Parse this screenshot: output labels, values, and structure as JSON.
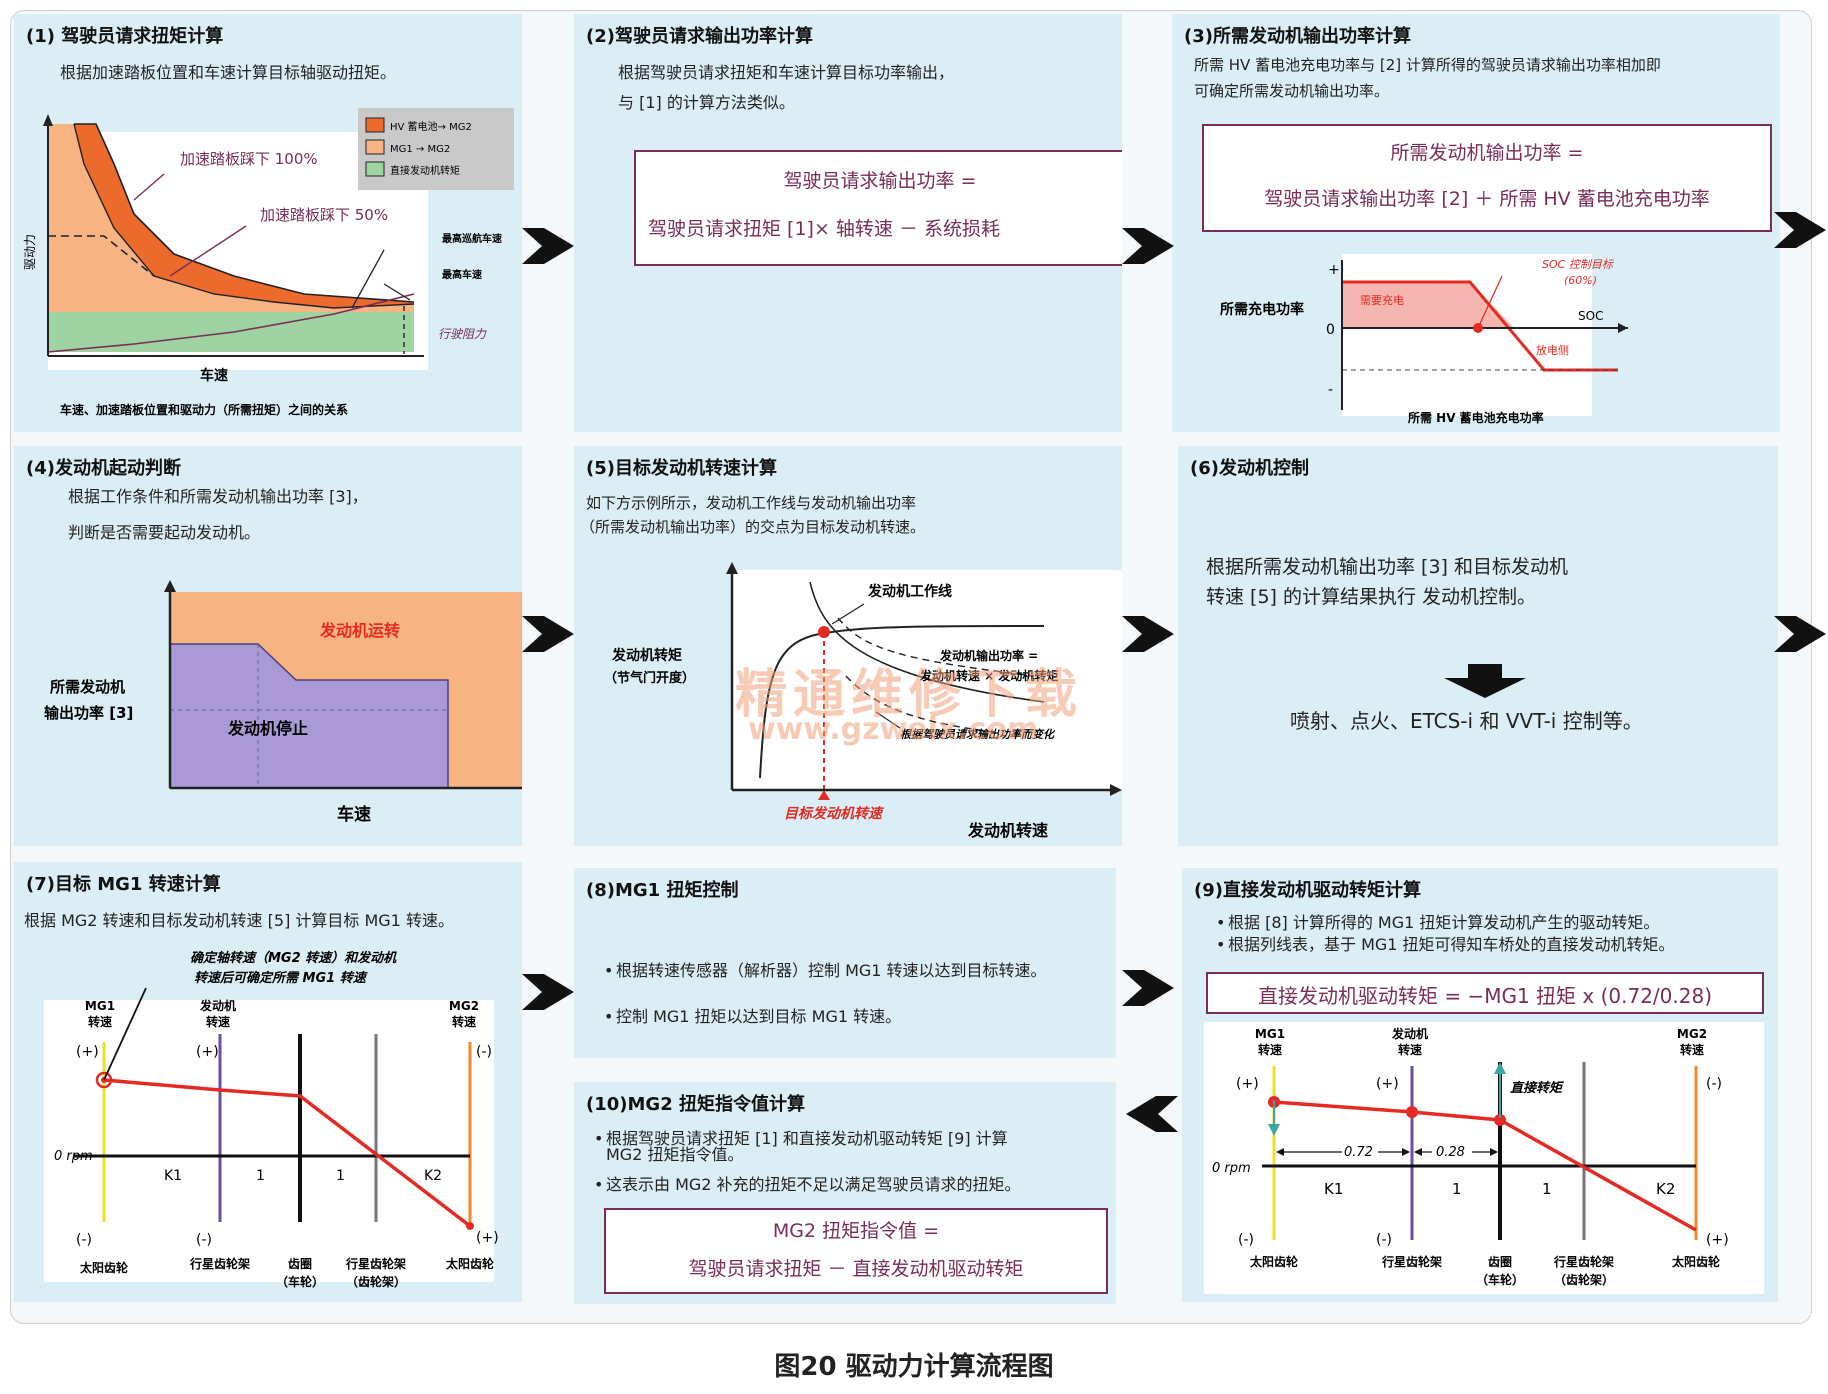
{
  "caption": "图20 驱动力计算流程图",
  "watermark": {
    "line1": "精通维修下载",
    "line2": "www.gzweix.com"
  },
  "colors": {
    "orange_dark": "#ec6a2c",
    "orange_light": "#f8b383",
    "green": "#9fd3a2",
    "purple": "#a99ad6",
    "red": "#e52a24",
    "formula": "#7a2d58",
    "panel_bg": "#dbeef5"
  },
  "p1": {
    "title": "(1) 驾驶员请求扭矩计算",
    "desc": "根据加速踏板位置和车速计算目标轴驱动扭矩。",
    "legend": [
      "HV 蓄电池→ MG2",
      "MG1 → MG2",
      "直接发动机转矩"
    ],
    "ylabel": "驱动力",
    "xlabel": "车速",
    "label_100": "加速踏板踩下 100%",
    "label_50": "加速踏板踩下 50%",
    "label_cruise": "最高巡航车速",
    "label_max": "最高车速",
    "label_resist": "行驶阻力",
    "subcaption": "车速、加速踏板位置和驱动力（所需扭矩）之间的关系"
  },
  "p2": {
    "title": "(2)驾驶员请求输出功率计算",
    "desc1": "根据驾驶员请求扭矩和车速计算目标功率输出，",
    "desc2": "与 [1] 的计算方法类似。",
    "formula1": "驾驶员请求输出功率 =",
    "formula2": "驾驶员请求扭矩 [1]× 轴转速 － 系统损耗"
  },
  "p3": {
    "title": "(3)所需发动机输出功率计算",
    "desc1": "所需 HV 蓄电池充电功率与 [2] 计算所得的驾驶员请求输出功率相加即",
    "desc2": "可确定所需发动机输出功率。",
    "formula1": "所需发动机输出功率 =",
    "formula2": "驾驶员请求输出功率 [2] ＋ 所需 HV 蓄电池充电功率",
    "ylabel": "所需充电功率",
    "plus": "+",
    "zero": "0",
    "minus": "-",
    "need_charge": "需要充电",
    "discharge": "放电侧",
    "soc": "SOC",
    "soc_target": "SOC 控制目标",
    "soc_pct": "(60%)",
    "xcaption": "所需 HV 蓄电池充电功率"
  },
  "p4": {
    "title": "(4)发动机起动判断",
    "desc1": "根据工作条件和所需发动机输出功率 [3]，",
    "desc2": "判断是否需要起动发动机。",
    "run": "发动机运转",
    "stop": "发动机停止",
    "ylabel1": "所需发动机",
    "ylabel2": "输出功率 [3]",
    "xlabel": "车速"
  },
  "p5": {
    "title": "(5)目标发动机转速计算",
    "desc1": "如下方示例所示，发动机工作线与发动机输出功率",
    "desc2": "（所需发动机输出功率）的交点为目标发动机转速。",
    "ylabel1": "发动机转矩",
    "ylabel2": "（节气门开度）",
    "workline": "发动机工作线",
    "power1": "发动机输出功率 =",
    "power2": "发动机转速 × 发动机转矩",
    "change": "根据驾驶员请求输出功率而变化",
    "target": "目标发动机转速",
    "xlabel": "发动机转速"
  },
  "p6": {
    "title": "(6)发动机控制",
    "desc1": "根据所需发动机输出功率 [3] 和目标发动机",
    "desc2": "转速 [5] 的计算结果执行 发动机控制。",
    "result": "喷射、点火、ETCS-i 和 VVT-i 控制等。"
  },
  "p7": {
    "title": "(7)目标 MG1 转速计算",
    "desc": "根据 MG2 转速和目标发动机转速 [5] 计算目标 MG1 转速。",
    "note1": "确定轴转速（MG2 转速）和发动机",
    "note2": "转速后可确定所需 MG1 转速",
    "cols": [
      [
        "MG1",
        "转速"
      ],
      [
        "发动机",
        "转速"
      ],
      [
        "MG2",
        "转速"
      ]
    ],
    "plus": "(+)",
    "minus": "(-)",
    "zero_rpm": "0 rpm",
    "k1": "K1",
    "one": "1",
    "k2": "K2",
    "bottom": [
      [
        "太阳齿轮"
      ],
      [
        "行星齿轮架"
      ],
      [
        "齿圈",
        "（车轮）"
      ],
      [
        "行星齿轮架",
        "（齿轮架）"
      ],
      [
        "太阳齿轮"
      ]
    ]
  },
  "p8": {
    "title": "(8)MG1 扭矩控制",
    "b1": "根据转速传感器（解析器）控制 MG1 转速以达到目标转速。",
    "b2": "控制 MG1 扭矩以达到目标 MG1 转速。"
  },
  "p9": {
    "title": "(9)直接发动机驱动转矩计算",
    "b1": "根据 [8] 计算所得的 MG1 扭矩计算发动机产生的驱动转矩。",
    "b2": "根据列线表，基于 MG1 扭矩可得知车桥处的直接发动机转矩。",
    "formula": "直接发动机驱动转矩 = −MG1 扭矩 x (0.72/0.28)",
    "direct": "直接转矩",
    "r072": "0.72",
    "r028": "0.28"
  },
  "p10": {
    "title": "(10)MG2 扭矩指令值计算",
    "b1a": "根据驾驶员请求扭矩 [1] 和直接发动机驱动转矩 [9] 计算",
    "b1b": "MG2 扭矩指令值。",
    "b2": "这表示由 MG2 补充的扭矩不足以满足驾驶员请求的扭矩。",
    "formula1": "MG2 扭矩指令值 =",
    "formula2": "驾驶员请求扭矩 － 直接发动机驱动转矩"
  }
}
